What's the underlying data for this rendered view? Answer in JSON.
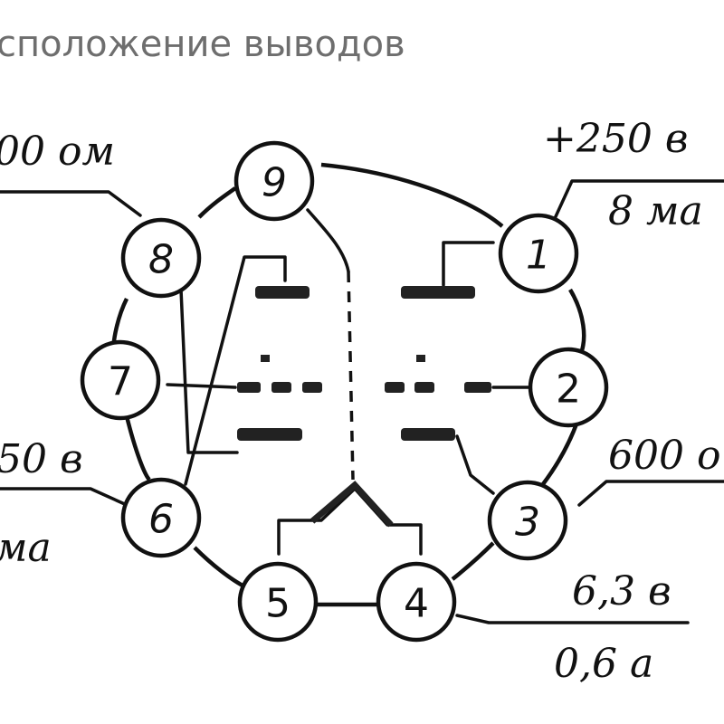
{
  "title": "сположение выводов",
  "pins": [
    {
      "id": "1",
      "label": "1"
    },
    {
      "id": "2",
      "label": "2"
    },
    {
      "id": "3",
      "label": "3"
    },
    {
      "id": "4",
      "label": "4"
    },
    {
      "id": "5",
      "label": "5"
    },
    {
      "id": "6",
      "label": "6"
    },
    {
      "id": "7",
      "label": "7"
    },
    {
      "id": "8",
      "label": "8"
    },
    {
      "id": "9",
      "label": "9"
    }
  ],
  "notes": {
    "anode_1_voltage": "+250 в",
    "anode_1_current": "8 ма",
    "cathode_3_resistor": "600 о",
    "cathode_8_resistor": "00 ом",
    "anode_6_voltage": "50 в",
    "anode_6_current": "ма",
    "heater_voltage": "6,3 в",
    "heater_current": "0,6 а"
  }
}
